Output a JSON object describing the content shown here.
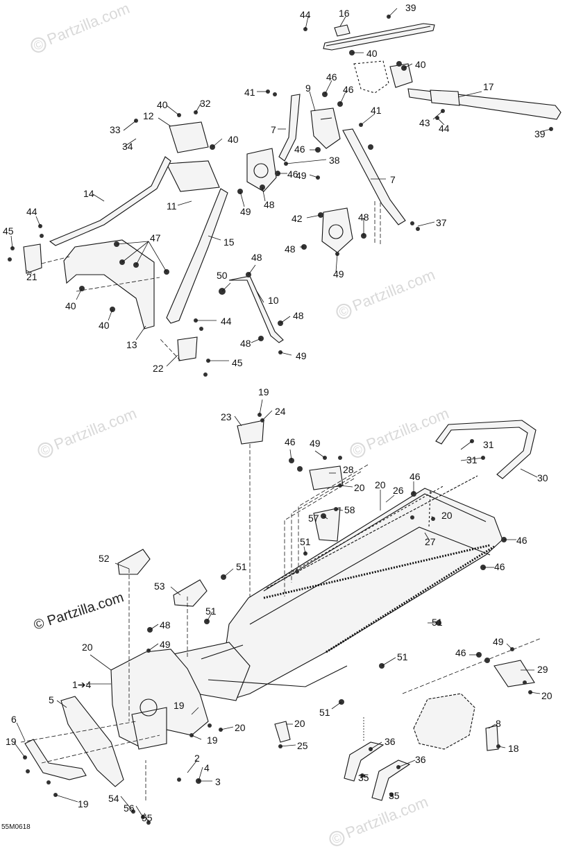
{
  "diagram_code": "55M0618",
  "watermark_text": "Partzilla.com",
  "watermark_symbol": "©",
  "colors": {
    "line": "#111111",
    "part_fill": "#f4f4f4",
    "watermark": "#d9d9d9"
  },
  "callout_range": "1➔4",
  "labels": {
    "l16": "16",
    "l39a": "39",
    "l44a": "44",
    "l40a": "40",
    "l40b": "40",
    "l17": "17",
    "l43": "43",
    "l44b": "44",
    "l39b": "39",
    "l41a": "41",
    "l9": "9",
    "l46a": "46",
    "l46b": "46",
    "l7a": "7",
    "l41b": "41",
    "l46c": "46",
    "l38": "38",
    "l46d": "46",
    "l49a": "49",
    "l48a": "48",
    "l7b": "7",
    "l49b": "49",
    "l42": "42",
    "l48b": "48",
    "l37": "37",
    "l48c": "48",
    "l49c": "49",
    "l40c": "40",
    "l32": "32",
    "l12": "12",
    "l33": "33",
    "l40d": "40",
    "l34": "34",
    "l14": "14",
    "l11": "11",
    "l15": "15",
    "l44c": "44",
    "l45a": "45",
    "l47": "47",
    "l21": "21",
    "l40e": "40",
    "l40f": "40",
    "l13": "13",
    "l44d": "44",
    "l22": "22",
    "l45b": "45",
    "l50": "50",
    "l48d": "48",
    "l10": "10",
    "l48e": "48",
    "l48f": "48",
    "l49d": "49",
    "l19a": "19",
    "l24": "24",
    "l23": "23",
    "l46e": "46",
    "l49e": "49",
    "l28": "28",
    "l20a": "20",
    "l31a": "31",
    "l31b": "31",
    "l30": "30",
    "l20b": "20",
    "l26": "26",
    "l46f": "46",
    "l58": "58",
    "l57": "57",
    "l20c": "20",
    "l51a": "51",
    "l27": "27",
    "l46g": "46",
    "l46h": "46",
    "l52": "52",
    "l51b": "51",
    "l53": "53",
    "l51c": "51",
    "l51d": "51",
    "l48g": "48",
    "l49f": "49",
    "l20d": "20",
    "l51e": "51",
    "l49g": "49",
    "l46i": "46",
    "l29": "29",
    "l20e": "20",
    "l51f": "51",
    "l19b": "19",
    "l20f": "20",
    "l19c": "19",
    "l20g": "20",
    "l25": "25",
    "l8": "8",
    "l18": "18",
    "l5": "5",
    "l6": "6",
    "l19d": "19",
    "l2": "2",
    "l4": "4",
    "l3": "3",
    "l54": "54",
    "l56": "56",
    "l55": "55",
    "l19e": "19",
    "l36a": "36",
    "l36b": "36",
    "l35a": "35",
    "l35b": "35"
  }
}
